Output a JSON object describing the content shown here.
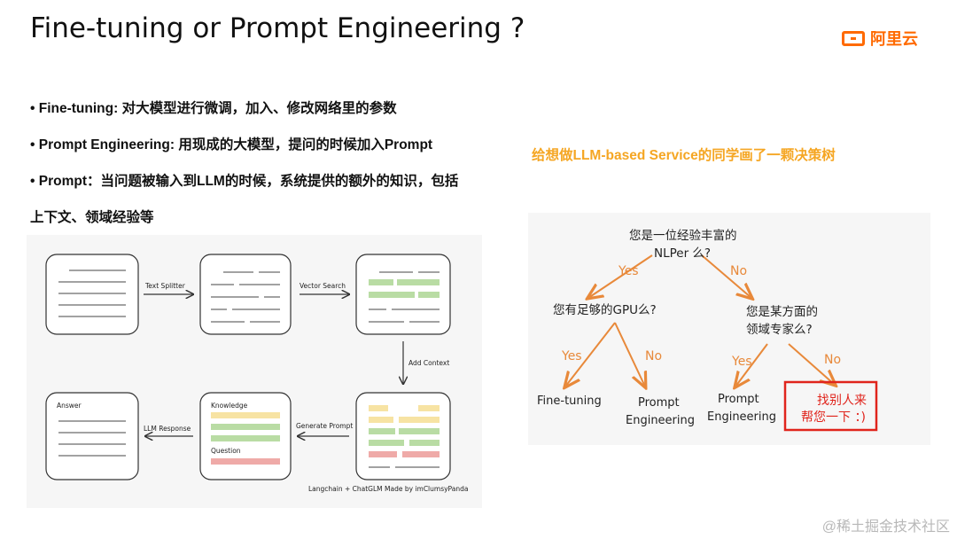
{
  "title": "Fine-tuning or Prompt Engineering ?",
  "logo": {
    "text": "阿里云"
  },
  "bullets": [
    "• Fine-tuning:  对大模型进行微调，加入、修改网络里的参数",
    "• Prompt Engineering: 用现成的大模型，提问的时候加入Prompt",
    "• Prompt：当问题被输入到LLM的时候，系统提供的额外的知识，包括",
    "上下文、领域经验等"
  ],
  "note": "给想做LLM-based Service的同学画了一颗决策树",
  "flow": {
    "text_splitter": "Text Splitter",
    "vector_search": "Vector Search",
    "add_context": "Add Context",
    "generate_prompt": "Generate Prompt",
    "llm_response": "LLM Response",
    "answer": "Answer",
    "knowledge": "Knowledge",
    "question": "Question",
    "credit": "Langchain + ChatGLM Made by imClumsyPanda"
  },
  "tree": {
    "root_line1": "您是一位经验丰富的",
    "root_line2": "NLPer 么?",
    "yes": "Yes",
    "no": "No",
    "gpu_question": "您有足够的GPU么?",
    "domain_line1": "您是某方面的",
    "domain_line2": "领域专家么?",
    "fine_tuning": "Fine-tuning",
    "prompt": "Prompt",
    "engineering": "Engineering",
    "find_line1": "找别人来",
    "find_line2": "帮您一下 ：)"
  },
  "watermark": "@稀土掘金技术社区",
  "colors": {
    "accent": "#ff6a00",
    "arrow": "#e8893a",
    "note": "#f5a623",
    "box_red": "#e0241c"
  }
}
